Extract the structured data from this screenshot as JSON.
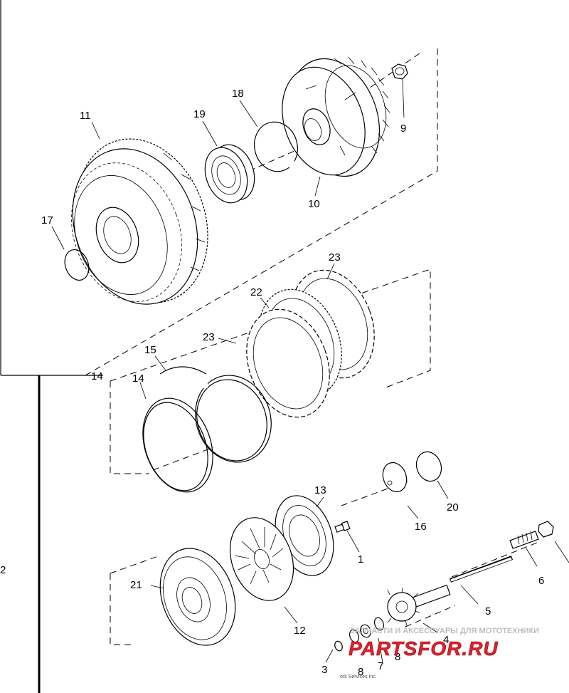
{
  "diagram": {
    "labels": {
      "p1": "1",
      "p2": "2",
      "p3": "3",
      "p4": "4",
      "p5": "5",
      "p6": "6",
      "p7": "7",
      "p8a": "8",
      "p8b": "8",
      "p9": "9",
      "p10": "10",
      "p11": "11",
      "p12": "12",
      "p13": "13",
      "p14": "14",
      "p14ghost": "14",
      "p15": "15",
      "p16": "16",
      "p17": "17",
      "p18": "18",
      "p19": "19",
      "p20": "20",
      "p21": "21",
      "p22": "22",
      "p23a": "23",
      "p23b": "23"
    },
    "credit": "ork Services Inc."
  },
  "watermark": {
    "tagline": "ЗАПЧАСТИ И АКСЕССУАРЫ ДЛЯ МОТОТЕХНИКИ",
    "brand": "PARTSFOR.RU"
  },
  "colors": {
    "ink": "#000000",
    "watermark_brand": "#e0202a",
    "watermark_tagline": "#bdbdbd"
  }
}
